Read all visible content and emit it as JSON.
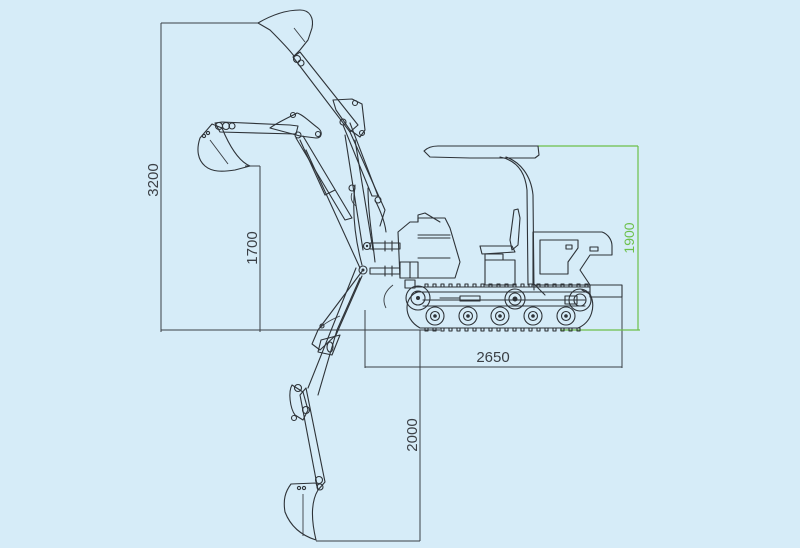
{
  "diagram": {
    "subject": "Mini crawler excavator side view with working range dimensions",
    "units": "mm",
    "colors": {
      "background": "#d6ecf8",
      "line": "#2e3338",
      "highlight_dimension": "#6cc04a"
    },
    "dimensions": {
      "max_dig_height": {
        "label": "3200",
        "value": 3200,
        "orientation": "vertical"
      },
      "max_dump_height": {
        "label": "1700",
        "value": 1700,
        "orientation": "vertical"
      },
      "overall_length": {
        "label": "2650",
        "value": 2650,
        "orientation": "horizontal"
      },
      "max_dig_depth": {
        "label": "2000",
        "value": 2000,
        "orientation": "vertical"
      },
      "canopy_height": {
        "label": "1900",
        "value": 1900,
        "orientation": "vertical",
        "color": "#6cc04a"
      }
    },
    "components": [
      "bucket-raised",
      "bucket-mid",
      "bucket-lowered",
      "boom",
      "arm",
      "canopy",
      "seat",
      "engine-hood",
      "crawler-track",
      "road-wheels",
      "idler",
      "sprocket"
    ]
  }
}
